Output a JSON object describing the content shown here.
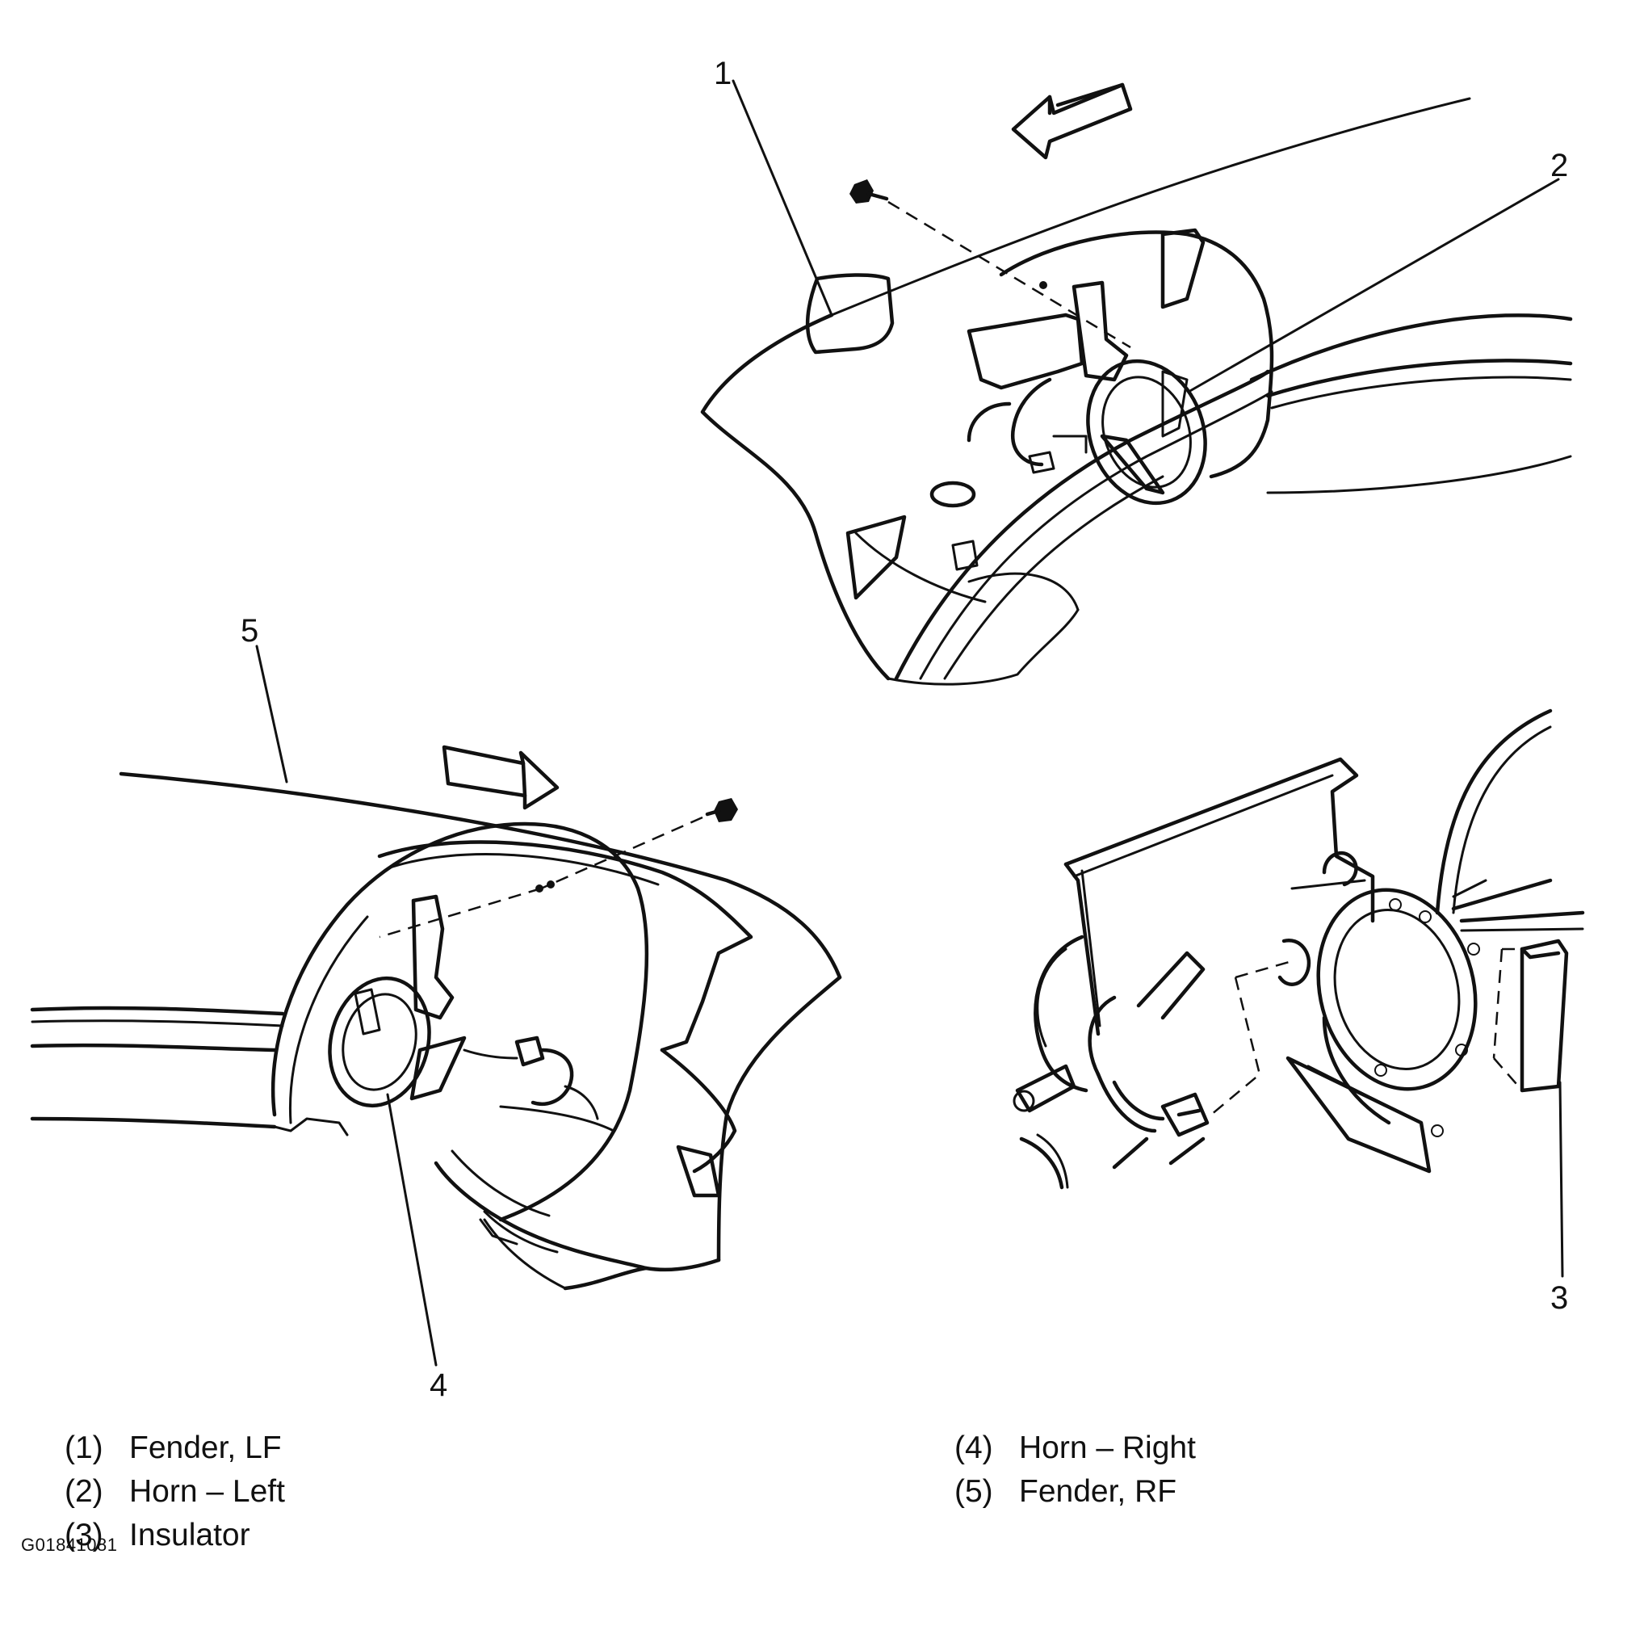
{
  "callouts": {
    "c1": "1",
    "c2": "2",
    "c3": "3",
    "c4": "4",
    "c5": "5"
  },
  "legend": {
    "left": [
      {
        "num": "(1)",
        "text": "Fender, LF"
      },
      {
        "num": "(2)",
        "text": "Horn – Left"
      },
      {
        "num": "(3)",
        "text": "Insulator"
      }
    ],
    "right": [
      {
        "num": "(4)",
        "text": "Horn – Right"
      },
      {
        "num": "(5)",
        "text": "Fender, RF"
      }
    ]
  },
  "figure_id": "G01841081"
}
